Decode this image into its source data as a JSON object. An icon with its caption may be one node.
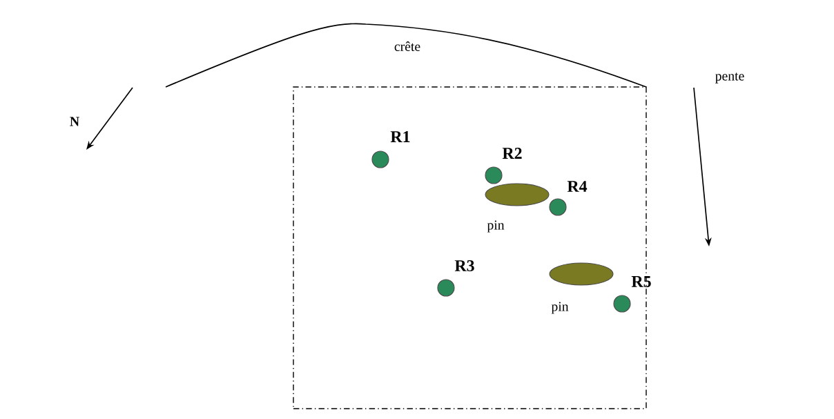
{
  "diagram": {
    "nodes": [
      {
        "text": [],
        "shape": "box"
      },
      {
        "text": [
          "R1"
        ],
        "in": 0
      },
      {
        "text": [
          "R2"
        ],
        "in": 0
      },
      {
        "text": [
          "pin"
        ],
        "in": 0
      },
      {
        "text": [
          "R4"
        ],
        "in": 0
      },
      {
        "text": [
          "R3"
        ],
        "in": 0
      },
      {
        "text": [
          "pin"
        ],
        "in": 0
      },
      {
        "text": [
          "R5"
        ],
        "in": 0
      }
    ],
    "labels": [
      "crête",
      "N",
      "pente"
    ]
  }
}
